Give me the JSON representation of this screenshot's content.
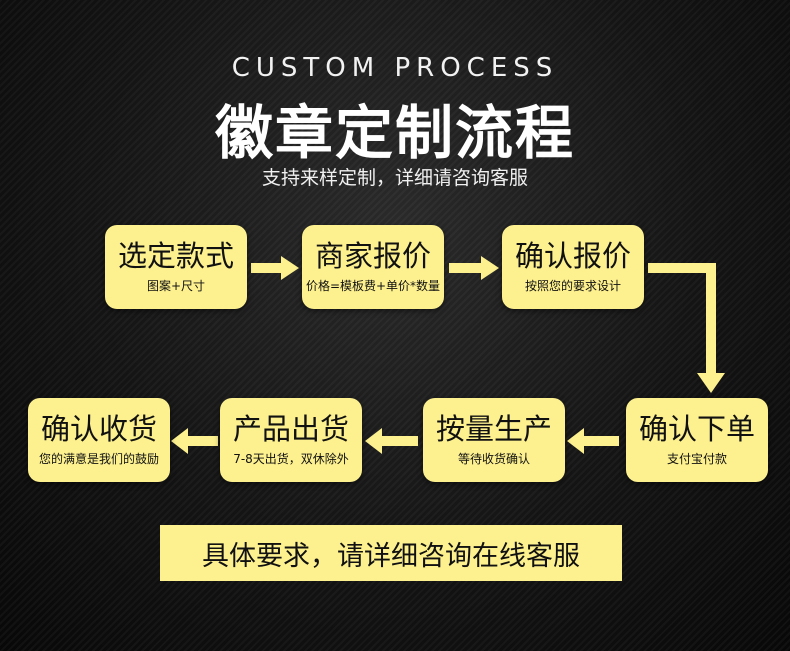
{
  "header": {
    "eyebrow": "CUSTOM PROCESS",
    "title": "徽章定制流程",
    "subtitle": "支持来样定制，详细请咨询客服"
  },
  "steps": [
    {
      "title": "选定款式",
      "sub": "图案+尺寸"
    },
    {
      "title": "商家报价",
      "sub": "价格=模板费+单价*数量"
    },
    {
      "title": "确认报价",
      "sub": "按照您的要求设计"
    },
    {
      "title": "确认下单",
      "sub": "支付宝付款"
    },
    {
      "title": "按量生产",
      "sub": "等待收货确认"
    },
    {
      "title": "产品出货",
      "sub": "7-8天出货，双休除外"
    },
    {
      "title": "确认收货",
      "sub": "您的满意是我们的鼓励"
    }
  ],
  "footer": {
    "cta": "具体要求，请详细咨询在线客服"
  },
  "colors": {
    "accent": "#fdf08f",
    "background": "#0c0c0c"
  }
}
